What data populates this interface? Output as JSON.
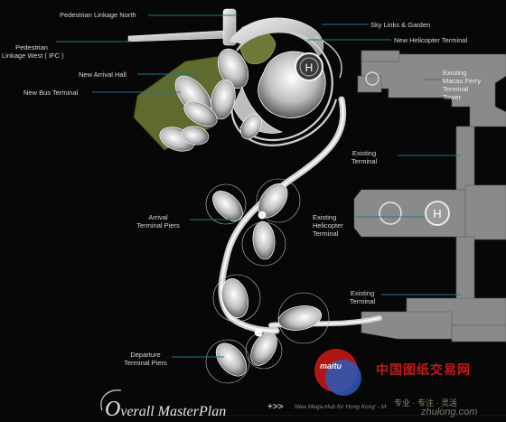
{
  "labels": {
    "pedestrian_north": "Pedestrian Linkage North",
    "pedestrian_west_1": "Pedestrian",
    "pedestrian_west_2": "Linkage West ( IFC )",
    "arrival_hall": "New Arrival Hall",
    "bus_terminal": "New Bus Terminal",
    "sky_links": "Sky Links & Garden",
    "heli_new": "New Helicopter Terminal",
    "ferry_1": "Existing",
    "ferry_2": "Macau Ferry",
    "ferry_3": "Terminal",
    "ferry_4": "Tower",
    "terminal_top_1": "Existing",
    "terminal_top_2": "Terminal",
    "arrival_piers_1": "Arrival",
    "arrival_piers_2": "Terminal Piers",
    "heli_exist_1": "Existing",
    "heli_exist_2": "Helicopter",
    "heli_exist_3": "Terminal",
    "terminal_bottom_1": "Existing",
    "terminal_bottom_2": "Terminal",
    "departure_piers_1": "Departure",
    "departure_piers_2": "Terminal Piers"
  },
  "footer": {
    "title_cap": "O",
    "title_rest": "verall MasterPlan",
    "arrows": "+>>",
    "subtitle": "New Mega-Hub for Hong Kong' - M"
  },
  "watermark": {
    "logo_text": "maitu",
    "main_text": "中国图纸交易网",
    "sub_text": "专业 · 专注 · 灵活",
    "url_text": "zhulong.com"
  },
  "colors": {
    "background": "#070707",
    "existing_building": "#8a8a8a",
    "new_structure": "#e0e0e0",
    "garden": "#6e7a3a",
    "leader_line": "#1e7a8a",
    "watermark_red": "#c21a1a"
  },
  "icons": {
    "helipad_new": "H",
    "helipad_existing": "H"
  }
}
